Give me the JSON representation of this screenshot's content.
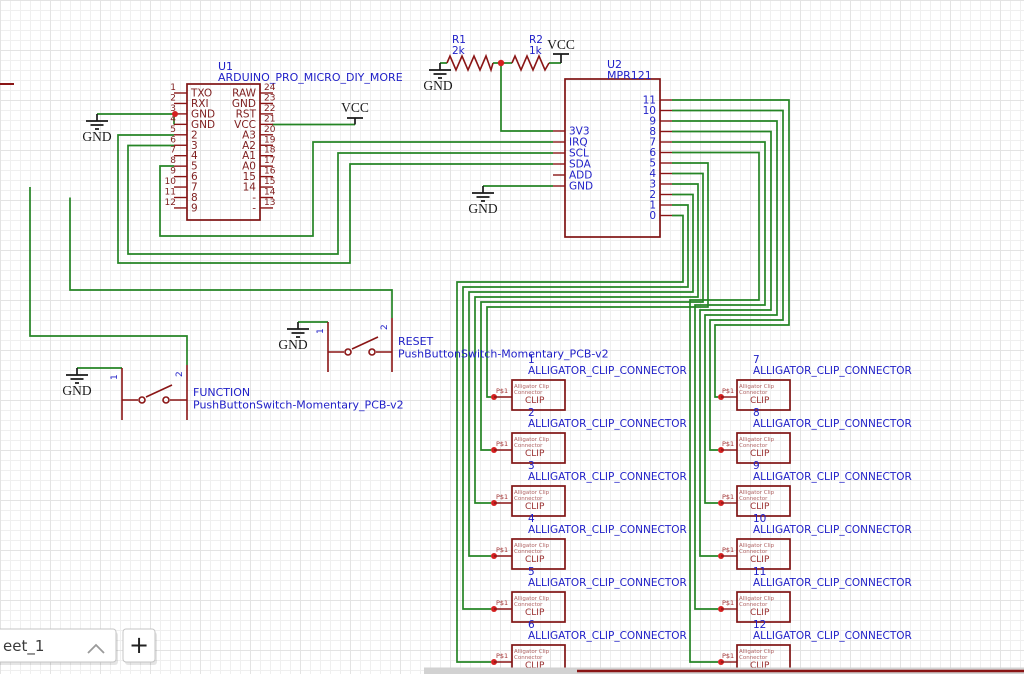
{
  "u1": {
    "ref": "U1",
    "name": "ARDUINO_PRO_MICRO_DIY_MORE",
    "left_pins": [
      {
        "num": "1",
        "name": "TXO"
      },
      {
        "num": "2",
        "name": "RXI"
      },
      {
        "num": "3",
        "name": "GND"
      },
      {
        "num": "4",
        "name": "GND"
      },
      {
        "num": "5",
        "name": "2"
      },
      {
        "num": "6",
        "name": "3"
      },
      {
        "num": "7",
        "name": "4"
      },
      {
        "num": "8",
        "name": "5"
      },
      {
        "num": "9",
        "name": "6"
      },
      {
        "num": "10",
        "name": "7"
      },
      {
        "num": "11",
        "name": "8"
      },
      {
        "num": "12",
        "name": "9"
      }
    ],
    "right_pins": [
      {
        "num": "24",
        "name": "RAW"
      },
      {
        "num": "23",
        "name": "GND"
      },
      {
        "num": "22",
        "name": "RST"
      },
      {
        "num": "21",
        "name": "VCC"
      },
      {
        "num": "20",
        "name": "A3"
      },
      {
        "num": "19",
        "name": "A2"
      },
      {
        "num": "18",
        "name": "A1"
      },
      {
        "num": "17",
        "name": "A0"
      },
      {
        "num": "16",
        "name": "15"
      },
      {
        "num": "15",
        "name": "14"
      },
      {
        "num": "14",
        "name": "-"
      },
      {
        "num": "13",
        "name": "-"
      }
    ]
  },
  "u2": {
    "ref": "U2",
    "name": "MPR121",
    "left_pins": [
      {
        "name": "3V3"
      },
      {
        "name": "IRQ"
      },
      {
        "name": "SCL"
      },
      {
        "name": "SDA"
      },
      {
        "name": "ADD"
      },
      {
        "name": "GND"
      }
    ],
    "right_pins": [
      {
        "num": "11"
      },
      {
        "num": "10"
      },
      {
        "num": "9"
      },
      {
        "num": "8"
      },
      {
        "num": "7"
      },
      {
        "num": "6"
      },
      {
        "num": "5"
      },
      {
        "num": "4"
      },
      {
        "num": "3"
      },
      {
        "num": "2"
      },
      {
        "num": "1"
      },
      {
        "num": "0"
      }
    ]
  },
  "r1": {
    "ref": "R1",
    "value": "2k"
  },
  "r2": {
    "ref": "R2",
    "value": "1k"
  },
  "power": {
    "gnd": "GND",
    "vcc": "VCC"
  },
  "switches": [
    {
      "ref": "RESET",
      "part": "PushButtonSwitch-Momentary_PCB-v2",
      "pin1": "1",
      "pin2": "2"
    },
    {
      "ref": "FUNCTION",
      "part": "PushButtonSwitch-Momentary_PCB-v2",
      "pin1": "1",
      "pin2": "2"
    }
  ],
  "clips": {
    "left": [
      {
        "num": "1",
        "name": "ALLIGATOR_CLIP_CONNECTOR",
        "pin": "P$1",
        "inner1": "Alligator Clip",
        "inner2": "Connector",
        "label": "CLIP"
      },
      {
        "num": "2",
        "name": "ALLIGATOR_CLIP_CONNECTOR",
        "pin": "P$1",
        "inner1": "Alligator Clip",
        "inner2": "Connector",
        "label": "CLIP"
      },
      {
        "num": "3",
        "name": "ALLIGATOR_CLIP_CONNECTOR",
        "pin": "P$1",
        "inner1": "Alligator Clip",
        "inner2": "Connector",
        "label": "CLIP"
      },
      {
        "num": "4",
        "name": "ALLIGATOR_CLIP_CONNECTOR",
        "pin": "P$1",
        "inner1": "Alligator Clip",
        "inner2": "Connector",
        "label": "CLIP"
      },
      {
        "num": "5",
        "name": "ALLIGATOR_CLIP_CONNECTOR",
        "pin": "P$1",
        "inner1": "Alligator Clip",
        "inner2": "Connector",
        "label": "CLIP"
      },
      {
        "num": "6",
        "name": "ALLIGATOR_CLIP_CONNECTOR",
        "pin": "P$1",
        "inner1": "Alligator Clip",
        "inner2": "Connector",
        "label": "CLIP"
      }
    ],
    "right": [
      {
        "num": "7",
        "name": "ALLIGATOR_CLIP_CONNECTOR",
        "pin": "P$1",
        "inner1": "Alligator Clip",
        "inner2": "Connector",
        "label": "CLIP"
      },
      {
        "num": "8",
        "name": "ALLIGATOR_CLIP_CONNECTOR",
        "pin": "P$1",
        "inner1": "Alligator Clip",
        "inner2": "Connector",
        "label": "CLIP"
      },
      {
        "num": "9",
        "name": "ALLIGATOR_CLIP_CONNECTOR",
        "pin": "P$1",
        "inner1": "Alligator Clip",
        "inner2": "Connector",
        "label": "CLIP"
      },
      {
        "num": "10",
        "name": "ALLIGATOR_CLIP_CONNECTOR",
        "pin": "P$1",
        "inner1": "Alligator Clip",
        "inner2": "Connector",
        "label": "CLIP"
      },
      {
        "num": "11",
        "name": "ALLIGATOR_CLIP_CONNECTOR",
        "pin": "P$1",
        "inner1": "Alligator Clip",
        "inner2": "Connector",
        "label": "CLIP"
      },
      {
        "num": "12",
        "name": "ALLIGATOR_CLIP_CONNECTOR",
        "pin": "P$1",
        "inner1": "Alligator Clip",
        "inner2": "Connector",
        "label": "CLIP"
      }
    ]
  },
  "sheet_tab": {
    "label": "eet_1",
    "add": "+"
  }
}
